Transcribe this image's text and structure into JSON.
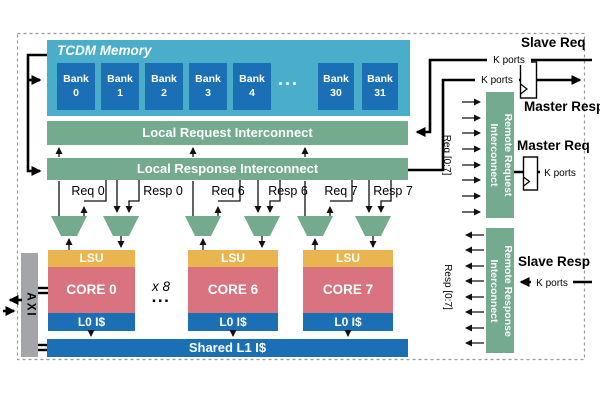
{
  "colors": {
    "tcdm_teal": "#4AADC9",
    "bank_blue": "#1B6FB5",
    "interconnect_green": "#74AA8D",
    "lsu_yellow": "#EAB54E",
    "core_pink": "#D8737F",
    "axi_gray": "#A3A5A8",
    "wire_black": "#000000"
  },
  "tcdm": {
    "title": "TCDM Memory",
    "banks": [
      {
        "l": "Bank",
        "n": "0"
      },
      {
        "l": "Bank",
        "n": "1"
      },
      {
        "l": "Bank",
        "n": "2"
      },
      {
        "l": "Bank",
        "n": "3"
      },
      {
        "l": "Bank",
        "n": "4"
      },
      {
        "l": "Bank",
        "n": "30"
      },
      {
        "l": "Bank",
        "n": "31"
      }
    ],
    "ellipsis": "..."
  },
  "interconnects": {
    "local_request": "Local Request Interconnect",
    "local_response": "Local Response Interconnect",
    "remote_request": {
      "line1": "Remote Request",
      "line2": "Interconnect"
    },
    "remote_response": {
      "line1": "Remote Response",
      "line2": "Interconnect"
    }
  },
  "wires": {
    "req0": "Req 0",
    "resp0": "Resp 0",
    "req6": "Req 6",
    "resp6": "Resp 6",
    "req7": "Req 7",
    "resp7": "Resp 7",
    "req_bus": "Req [0:7]",
    "resp_bus": "Resp [0:7]"
  },
  "cores": [
    {
      "lsu": "LSU",
      "name": "CORE 0",
      "l0": "L0 I$"
    },
    {
      "lsu": "LSU",
      "name": "CORE 6",
      "l0": "L0 I$"
    },
    {
      "lsu": "LSU",
      "name": "CORE 7",
      "l0": "L0 I$"
    }
  ],
  "multiplier": {
    "label": "x 8",
    "dots": "..."
  },
  "shared_l1": "Shared L1 I$",
  "axi": "AXI",
  "ports": {
    "slave_req": "Slave Req",
    "master_resp": "Master Resp",
    "master_req": "Master Req",
    "slave_resp": "Slave Resp",
    "k_ports": "K ports"
  }
}
